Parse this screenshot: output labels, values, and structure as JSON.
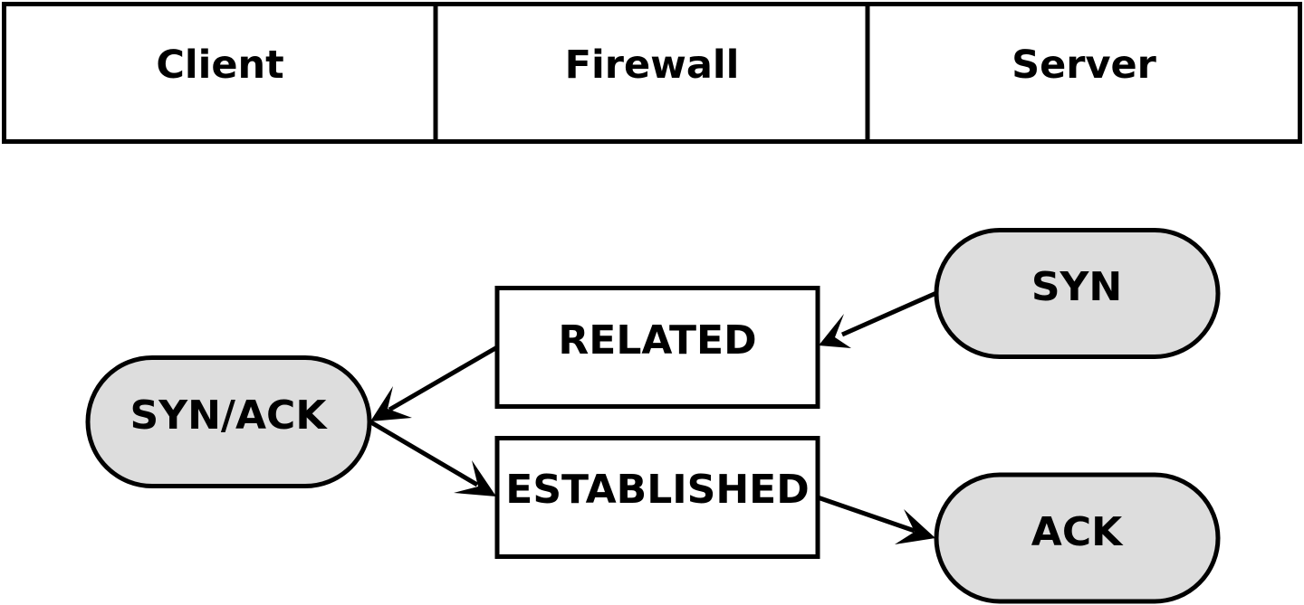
{
  "swimlanes": [
    {
      "id": "client",
      "label": "Client"
    },
    {
      "id": "firewall",
      "label": "Firewall"
    },
    {
      "id": "server",
      "label": "Server"
    }
  ],
  "nodes": [
    {
      "id": "syn_ack",
      "label": "SYN/ACK",
      "shape": "stadium",
      "lane": "client"
    },
    {
      "id": "related",
      "label": "RELATED",
      "shape": "rectangle",
      "lane": "firewall"
    },
    {
      "id": "established",
      "label": "ESTABLISHED",
      "shape": "rectangle",
      "lane": "firewall"
    },
    {
      "id": "syn",
      "label": "SYN",
      "shape": "stadium",
      "lane": "server"
    },
    {
      "id": "ack",
      "label": "ACK",
      "shape": "stadium",
      "lane": "server"
    }
  ],
  "edges": [
    {
      "from": "syn",
      "to": "related"
    },
    {
      "from": "related",
      "to": "syn_ack"
    },
    {
      "from": "syn_ack",
      "to": "established"
    },
    {
      "from": "established",
      "to": "ack"
    }
  ],
  "colors": {
    "stroke": "#000000",
    "stadium_fill": "#dddddd",
    "rect_fill": "#ffffff",
    "background": "#ffffff"
  }
}
